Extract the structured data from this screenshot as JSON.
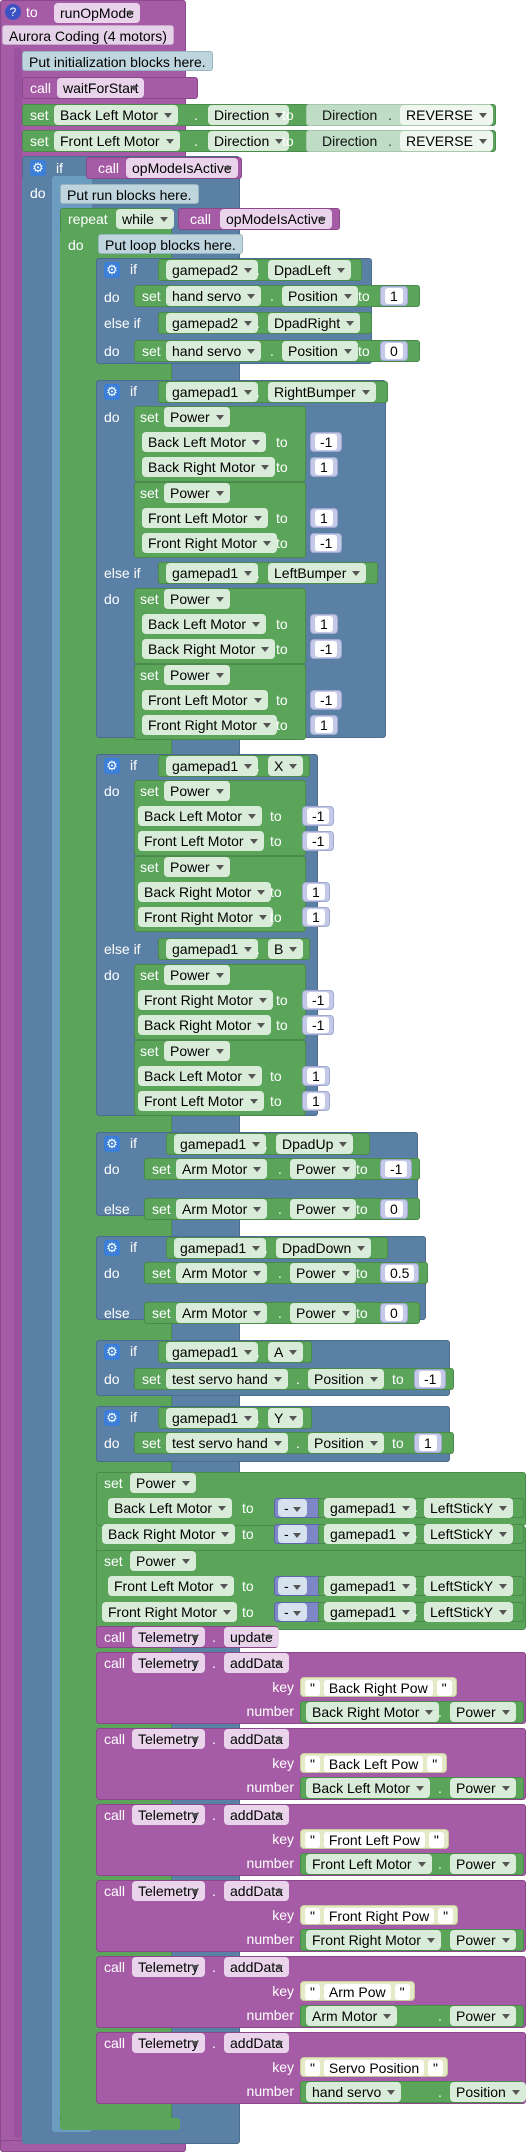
{
  "proc": {
    "to": "to",
    "name": "runOpMode",
    "qmark": "?"
  },
  "op_mode_name": "Aurora Coding (4 motors)",
  "comments": {
    "init": "Put initialization blocks here.",
    "run": "Put run blocks here.",
    "loop": "Put loop blocks here."
  },
  "kw": {
    "call": "call",
    "set": "set",
    "to": "to",
    "if": "if",
    "do": "do",
    "else_if": "else if",
    "else": "else",
    "repeat": "repeat",
    "while": "while",
    "dot": ".",
    "key": "key",
    "number": "number",
    "quote": "\"",
    "gear": "⚙"
  },
  "init": {
    "wait": "waitForStart",
    "row1": {
      "motor": "Back Left Motor",
      "prop": "Direction",
      "cls": "Direction",
      "val": "REVERSE"
    },
    "row2": {
      "motor": "Front Left Motor",
      "prop": "Direction",
      "cls": "Direction",
      "val": "REVERSE"
    },
    "active": "opModeIsActive"
  },
  "if1": {
    "pad": "gamepad2",
    "btn": "DpadLeft",
    "target": "hand servo",
    "prop": "Position",
    "v": "1",
    "pad2": "gamepad2",
    "btn2": "DpadRight",
    "v2": "0"
  },
  "if2": {
    "pad": "gamepad1",
    "btn": "RightBumper",
    "pad2": "gamepad1",
    "btn2": "LeftBumper",
    "power": "Power",
    "m1": "Back Left Motor",
    "m2": "Back Right Motor",
    "m3": "Front Left Motor",
    "m4": "Front Right Motor",
    "a1": "-1",
    "a2": "1",
    "a3": "1",
    "a4": "-1",
    "b1": "1",
    "b2": "-1",
    "b3": "-1",
    "b4": "1"
  },
  "if3": {
    "pad": "gamepad1",
    "btn": "X",
    "pad2": "gamepad1",
    "btn2": "B",
    "power": "Power",
    "m1": "Back Left Motor",
    "m2": "Front Left Motor",
    "m3": "Back Right Motor",
    "m4": "Front Right Motor",
    "a1": "-1",
    "a2": "-1",
    "a3": "1",
    "a4": "1",
    "n1": "Front Right Motor",
    "n2": "Back Right Motor",
    "n3": "Back Left Motor",
    "n4": "Front Left Motor",
    "b1": "-1",
    "b2": "-1",
    "b3": "1",
    "b4": "1"
  },
  "if4": {
    "pad": "gamepad1",
    "btn": "DpadUp",
    "motor": "Arm Motor",
    "prop": "Power",
    "v": "-1",
    "v2": "0"
  },
  "if5": {
    "pad": "gamepad1",
    "btn": "DpadDown",
    "motor": "Arm Motor",
    "prop": "Power",
    "v": "0.5",
    "v2": "0"
  },
  "if6": {
    "pad": "gamepad1",
    "btn": "A",
    "target": "test servo hand",
    "prop": "Position",
    "v": "-1"
  },
  "if7": {
    "pad": "gamepad1",
    "btn": "Y",
    "target": "test servo hand",
    "prop": "Position",
    "v": "1"
  },
  "drive": {
    "power": "Power",
    "m1": "Back Left Motor",
    "m2": "Back Right Motor",
    "m3": "Front Left Motor",
    "m4": "Front Right Motor",
    "minus": "-",
    "pad": "gamepad1",
    "stick": "LeftStickY"
  },
  "telemetry": {
    "obj": "Telemetry",
    "update": "update",
    "add": "addData",
    "items": [
      {
        "key": "Back Right Pow",
        "motor": "Back Right Motor",
        "prop": "Power"
      },
      {
        "key": "Back Left Pow",
        "motor": "Back Left Motor",
        "prop": "Power"
      },
      {
        "key": "Front Left Pow",
        "motor": "Front Left Motor",
        "prop": "Power"
      },
      {
        "key": "Front Right Pow",
        "motor": "Front Right Motor",
        "prop": "Power"
      },
      {
        "key": "Arm Pow",
        "motor": "Arm Motor",
        "prop": "Power"
      },
      {
        "key": "Servo Position",
        "motor": "hand servo",
        "prop": "Position"
      }
    ]
  }
}
